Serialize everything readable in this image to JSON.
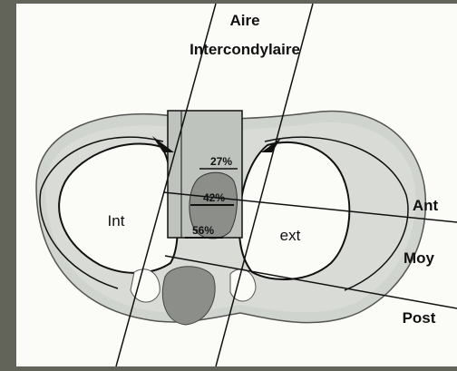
{
  "diagram": {
    "title_line1": "Aire",
    "title_line2": "Intercondylaire",
    "labels": {
      "int": "Int",
      "ext": "ext",
      "ant": "Ant",
      "moy": "Moy",
      "post": "Post"
    },
    "percentages": {
      "top": "27%",
      "middle": "42%",
      "bottom": "56%"
    },
    "colors": {
      "frame": "#62645a",
      "paper": "#fbfbf8",
      "outer_rim": "#cfd4cf",
      "tissue": "#d9dbd7",
      "dark_region": "#8b8e89",
      "rect_fill": "#bfc3be",
      "ink": "#111111"
    }
  }
}
